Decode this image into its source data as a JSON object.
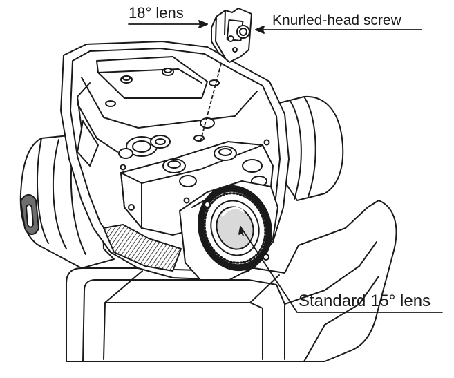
{
  "labels": {
    "lens_18": "18° lens",
    "screw": "Knurled-head screw",
    "lens_15": "Standard 15° lens"
  },
  "colors": {
    "ink": "#1a1a1a",
    "paper": "#ffffff",
    "shade": "#d9d9d9",
    "dark_shade": "#6e6e6e"
  }
}
